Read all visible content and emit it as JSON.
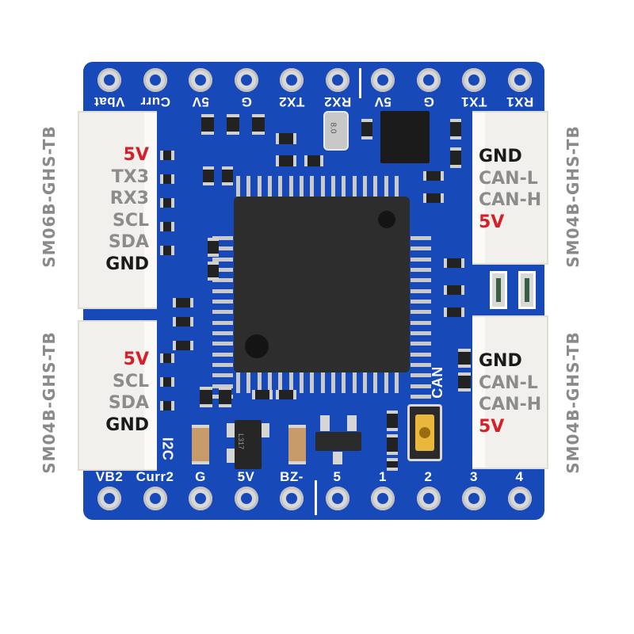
{
  "colors": {
    "board": "#1849b9",
    "silkscreen": "#ffffff",
    "connector_body": "#f2f0ec",
    "label_red": "#d5202a",
    "label_black": "#1a1a1a",
    "label_gray": "#8c8c8c",
    "side_label_gray": "#8a8a8a",
    "chip": "#2d2d2d",
    "button": "#e9b73b"
  },
  "top_header": {
    "labels": [
      "Vbat",
      "Curr",
      "5V",
      "G",
      "TX2",
      "RX2",
      "5V",
      "G",
      "TX1",
      "RX1"
    ]
  },
  "bottom_header": {
    "labels": [
      "VB2",
      "Curr2",
      "G",
      "5V",
      "BZ-",
      "5",
      "1",
      "2",
      "3",
      "4"
    ]
  },
  "silk_labels": {
    "i2c": "I2C",
    "can": "CAN",
    "reg_chip": "L317",
    "crystal": "8.0"
  },
  "connectors": {
    "left_top": {
      "pins": [
        {
          "text": "5V",
          "color": "red"
        },
        {
          "text": "TX3",
          "color": "gray"
        },
        {
          "text": "RX3",
          "color": "gray"
        },
        {
          "text": "SCL",
          "color": "gray"
        },
        {
          "text": "SDA",
          "color": "gray"
        },
        {
          "text": "GND",
          "color": "black"
        }
      ]
    },
    "left_bottom": {
      "pins": [
        {
          "text": "5V",
          "color": "red"
        },
        {
          "text": "SCL",
          "color": "gray"
        },
        {
          "text": "SDA",
          "color": "gray"
        },
        {
          "text": "GND",
          "color": "black"
        }
      ]
    },
    "right_top": {
      "pins": [
        {
          "text": "GND",
          "color": "black"
        },
        {
          "text": "CAN-L",
          "color": "gray"
        },
        {
          "text": "CAN-H",
          "color": "gray"
        },
        {
          "text": "5V",
          "color": "red"
        }
      ]
    },
    "right_bottom": {
      "pins": [
        {
          "text": "GND",
          "color": "black"
        },
        {
          "text": "CAN-L",
          "color": "gray"
        },
        {
          "text": "CAN-H",
          "color": "gray"
        },
        {
          "text": "5V",
          "color": "red"
        }
      ]
    }
  },
  "side_labels": {
    "left_upper": "SM06B-GHS-TB",
    "left_lower": "SM04B-GHS-TB",
    "right_upper": "SM04B-GHS-TB",
    "right_lower": "SM04B-GHS-TB"
  }
}
